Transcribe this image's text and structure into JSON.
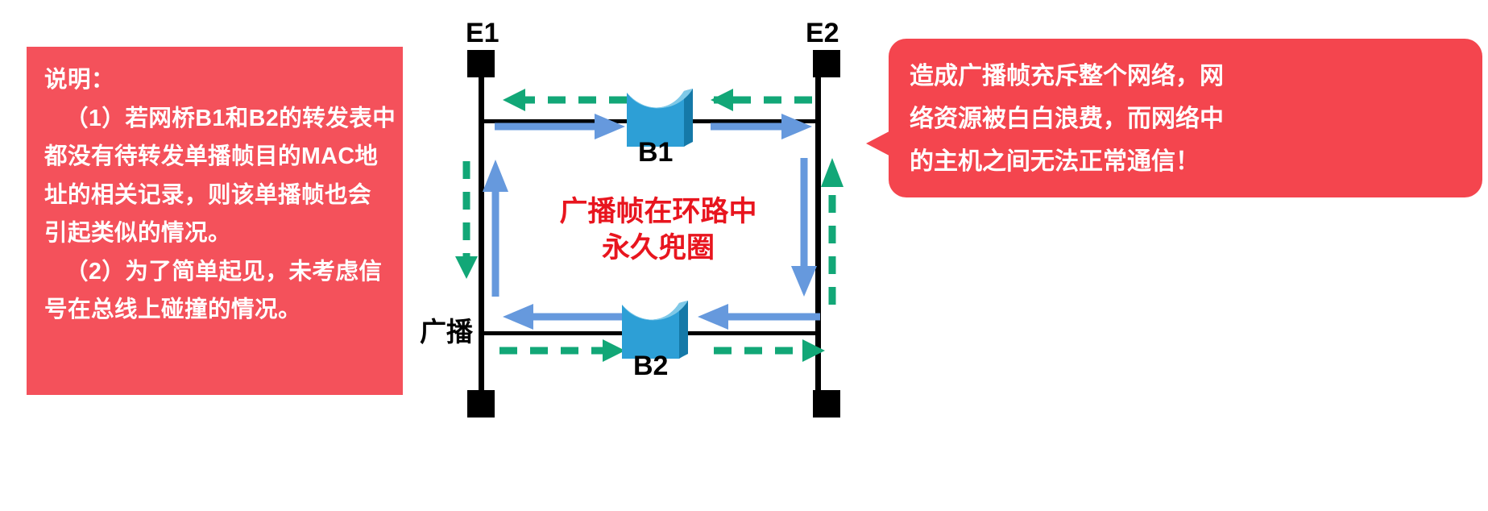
{
  "colors": {
    "note_panel_bg": "#F4515B",
    "callout_bg": "#F4454E",
    "broadcast_arrow": "#12A777",
    "unicast_arrow": "#6699DD",
    "bus_line": "#000000",
    "bridge_body": "#2DA0D8",
    "bridge_side": "#1579A8",
    "caption_text": "#E8151E",
    "text_white": "#FFFFFF"
  },
  "note_panel": {
    "title": "说明：",
    "lines": [
      "（1）若网桥B1和B2的转发表中",
      "都没有待转发单播帧目的MAC地",
      "址的相关记录，则该单播帧也会",
      "引起类似的情况。",
      "（2）为了简单起见，未考虑信",
      "号在总线上碰撞的情况。"
    ]
  },
  "callout": {
    "lines": [
      "造成广播帧充斥整个网络，网",
      "络资源被白白浪费，而网络中",
      "的主机之间无法正常通信！"
    ]
  },
  "diagram": {
    "caption": {
      "line1": "广播帧在环路中",
      "line2": "永久兜圈"
    },
    "bus_labels": {
      "left_bus": "E1",
      "right_bus": "E2"
    },
    "broadcast_label": "广播",
    "bridges": [
      {
        "id": "b1",
        "label": "B1"
      },
      {
        "id": "b2",
        "label": "B2"
      }
    ],
    "arrows": {
      "broadcast": [
        {
          "name": "top-leftward",
          "style": "dashed",
          "direction": "left"
        },
        {
          "name": "left-downward",
          "style": "dashed",
          "direction": "down"
        },
        {
          "name": "bottom-rightward",
          "style": "dashed",
          "direction": "right"
        },
        {
          "name": "right-upward",
          "style": "dashed",
          "direction": "up"
        },
        {
          "name": "top-right-inbound",
          "style": "dashed",
          "direction": "left"
        }
      ],
      "unicast": [
        {
          "name": "top-rightward",
          "style": "solid",
          "direction": "right"
        },
        {
          "name": "right-downward",
          "style": "solid",
          "direction": "down"
        },
        {
          "name": "bottom-leftward",
          "style": "solid",
          "direction": "left"
        },
        {
          "name": "left-upward",
          "style": "solid",
          "direction": "up"
        },
        {
          "name": "top-right-outbound",
          "style": "solid",
          "direction": "right"
        }
      ]
    }
  }
}
